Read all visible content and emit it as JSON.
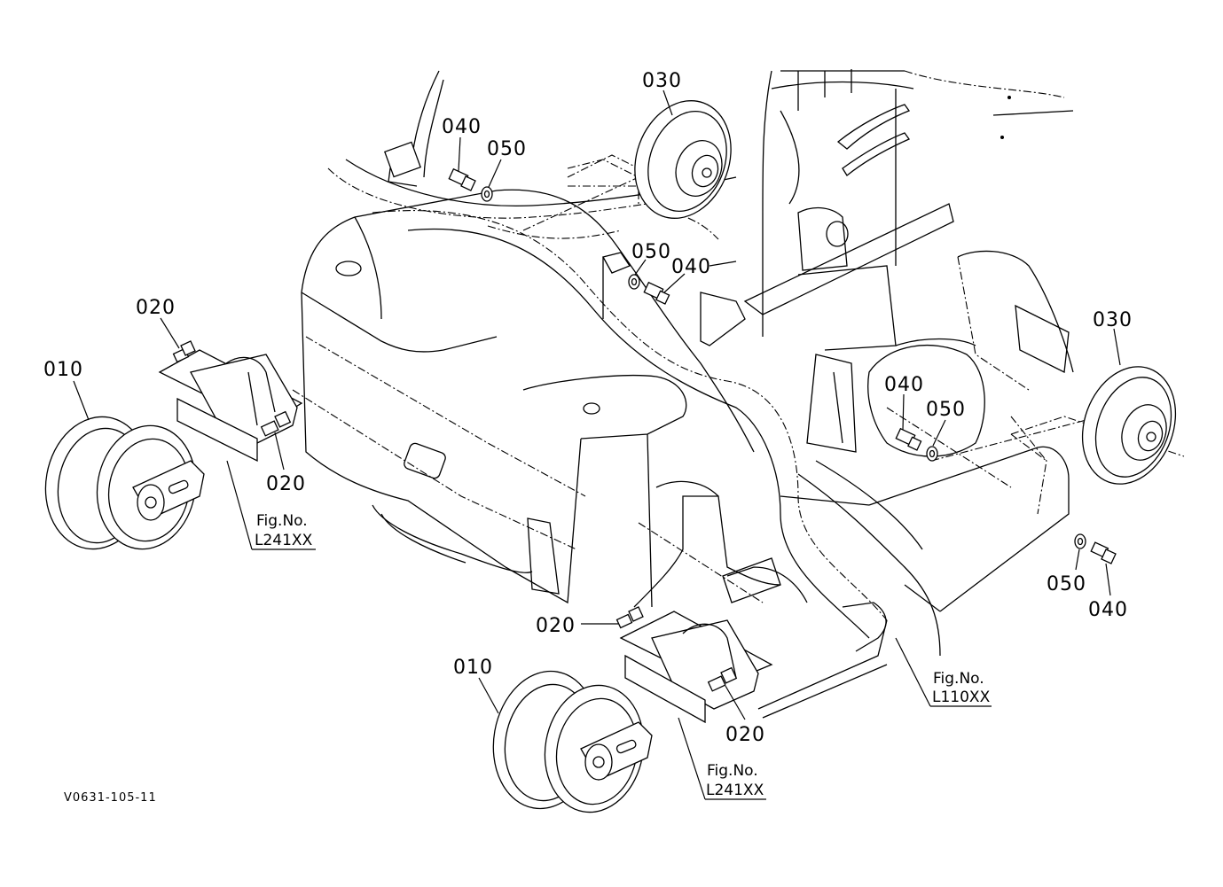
{
  "diagram": {
    "drawing_code": "V0631-105-11",
    "part_labels": [
      {
        "id": "p040a",
        "text": "040"
      },
      {
        "id": "p050a",
        "text": "050"
      },
      {
        "id": "p030a",
        "text": "030"
      },
      {
        "id": "p050b",
        "text": "050"
      },
      {
        "id": "p040b",
        "text": "040"
      },
      {
        "id": "p020a",
        "text": "020"
      },
      {
        "id": "p010a",
        "text": "010"
      },
      {
        "id": "p020b",
        "text": "020"
      },
      {
        "id": "p030b",
        "text": "030"
      },
      {
        "id": "p040c",
        "text": "040"
      },
      {
        "id": "p050c",
        "text": "050"
      },
      {
        "id": "p050d",
        "text": "050"
      },
      {
        "id": "p040d",
        "text": "040"
      },
      {
        "id": "p020c",
        "text": "020"
      },
      {
        "id": "p010b",
        "text": "010"
      },
      {
        "id": "p020d",
        "text": "020"
      }
    ],
    "figure_refs": [
      {
        "id": "ref1",
        "line1": "Fig.No.",
        "line2": "L241XX"
      },
      {
        "id": "ref2",
        "line1": "Fig.No.",
        "line2": "L110XX"
      },
      {
        "id": "ref3",
        "line1": "Fig.No.",
        "line2": "L241XX"
      }
    ]
  }
}
